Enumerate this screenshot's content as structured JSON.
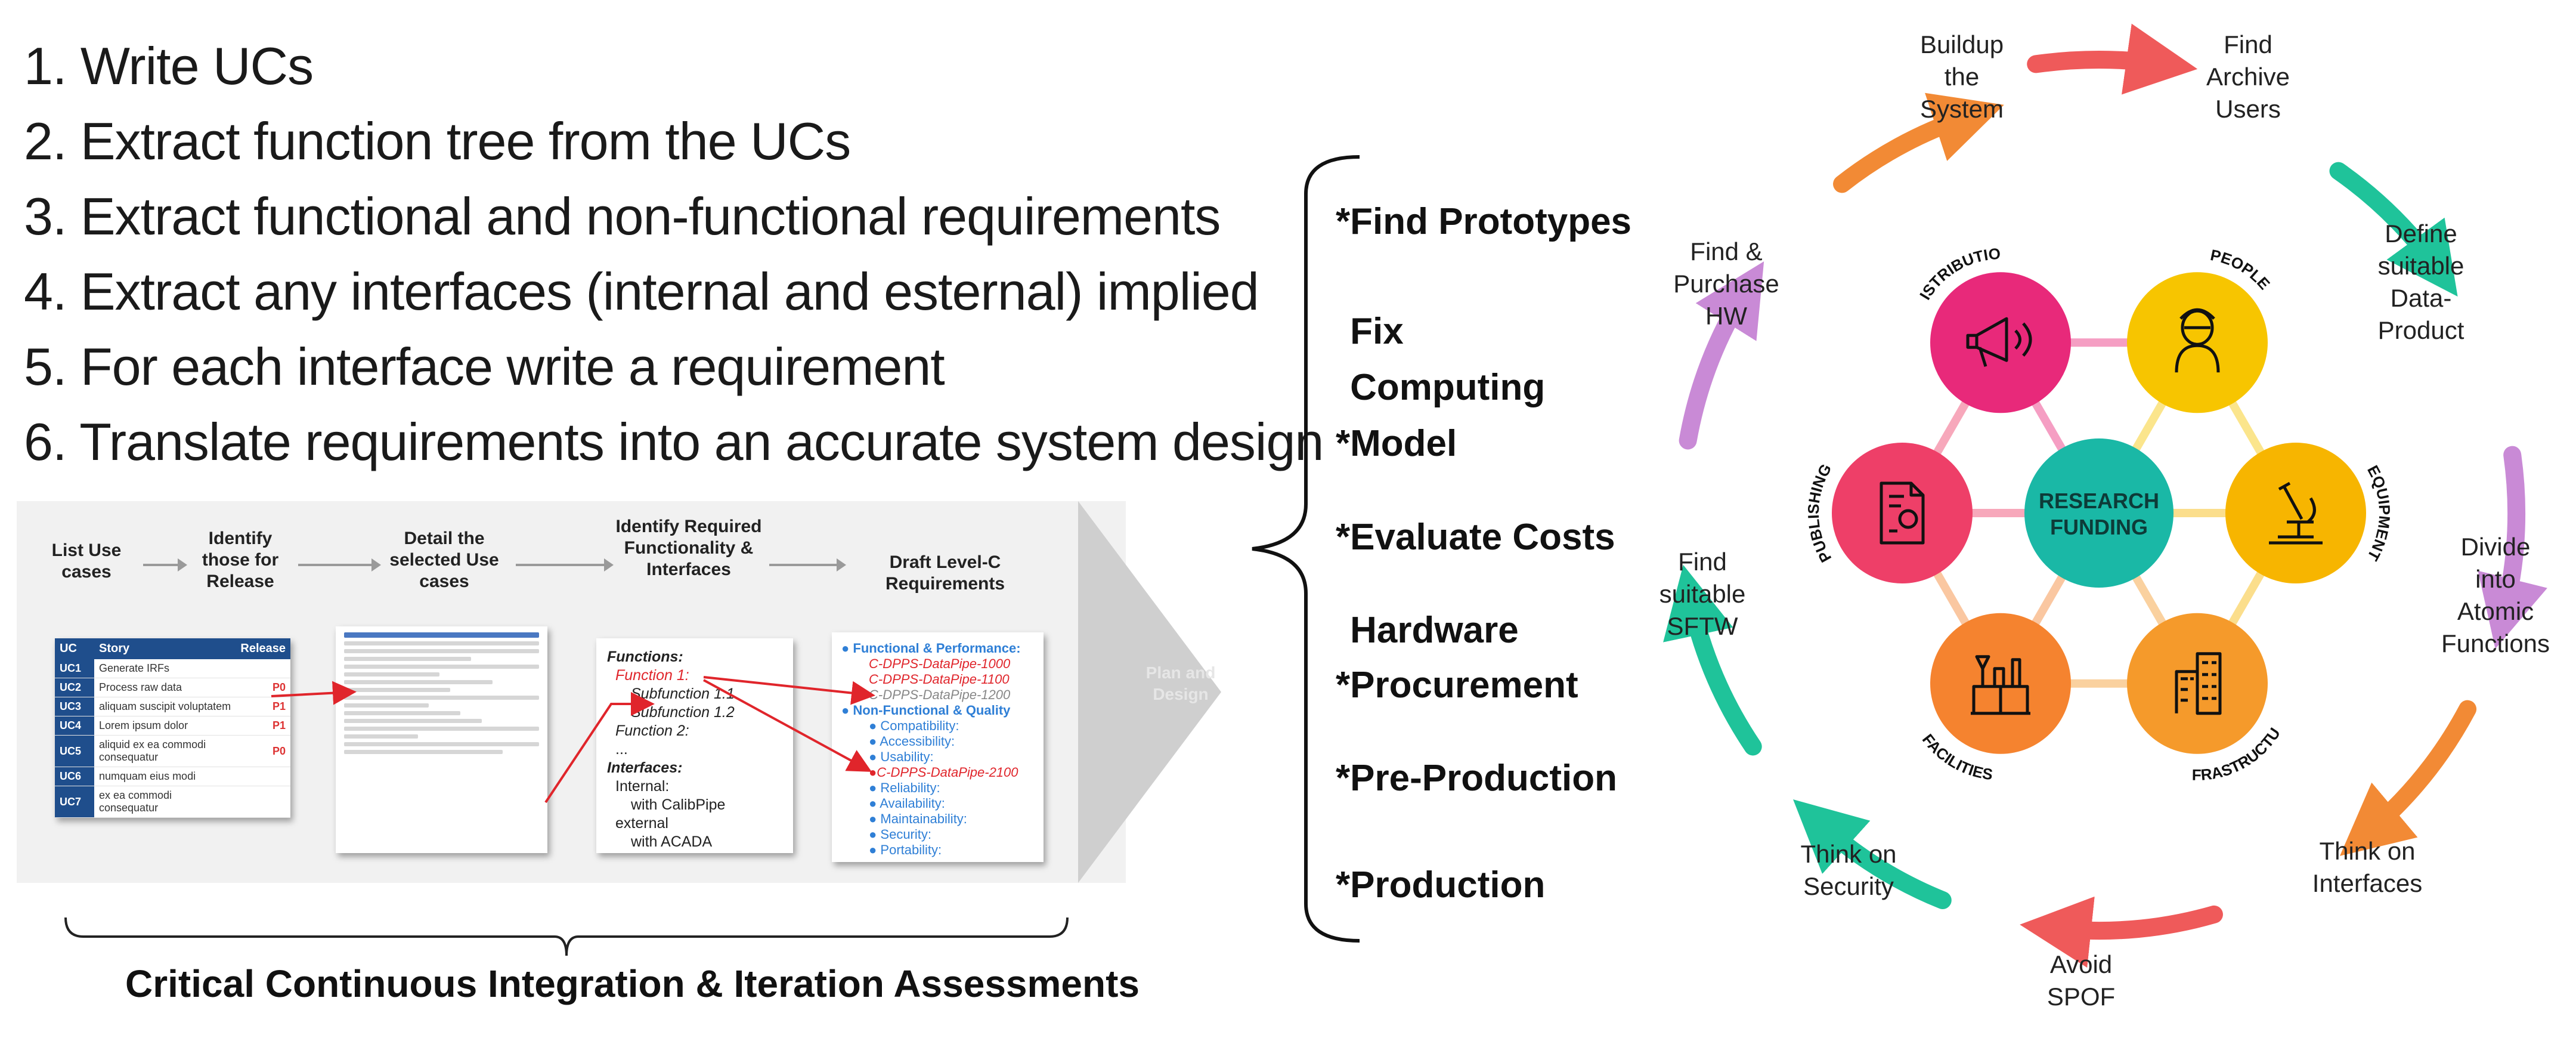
{
  "steps": [
    "1. Write UCs",
    "2. Extract function tree from the UCs",
    "3. Extract functional and non-functional requirements",
    "4. Extract any interfaces (internal and esternal) implied",
    "5. For each interface write a requirement",
    "6. Translate requirements into an accurate system design"
  ],
  "process": {
    "stages": [
      "List Use cases",
      "Identify those for Release",
      "Detail the selected Use cases",
      "Identify Required Functionality & Interfaces",
      "Draft Level-C Requirements"
    ],
    "final_stage": "Plan and Design",
    "uc_table": {
      "headers": [
        "UC",
        "Story",
        "Release"
      ],
      "rows": [
        {
          "id": "UC1",
          "story": "Generate IRFs",
          "release": ""
        },
        {
          "id": "UC2",
          "story": "Process raw data",
          "release": "P0"
        },
        {
          "id": "UC3",
          "story": "aliquam suscipit voluptatem",
          "release": "P1"
        },
        {
          "id": "UC4",
          "story": "Lorem ipsum dolor",
          "release": "P1"
        },
        {
          "id": "UC5",
          "story": "aliquid ex ea commodi consequatur",
          "release": "P0"
        },
        {
          "id": "UC6",
          "story": "numquam eius modi",
          "release": ""
        },
        {
          "id": "UC7",
          "story": "ex ea commodi consequatur",
          "release": ""
        }
      ]
    },
    "functions_doc": {
      "functions_title": "Functions:",
      "function1": "Function 1:",
      "sub11": "Subfunction 1.1",
      "sub12": "Subfunction 1.2",
      "function2": "Function 2:",
      "ellipsis": "...",
      "interfaces_title": "Interfaces:",
      "internal": "Internal:",
      "internal_with": "with CalibPipe",
      "external": "external",
      "external_with": "with ACADA"
    },
    "requirements_doc": {
      "functional": "Functional & Performance:",
      "req_ids": [
        "C-DPPS-DataPipe-1000",
        "C-DPPS-DataPipe-1100",
        "C-DPPS-DataPipe-1200"
      ],
      "nonfunctional": "Non-Functional & Quality",
      "qualities": [
        "Compatibility:",
        "Accessibility:",
        "Usability:"
      ],
      "highlight_req": "C-DPPS-DataPipe-2100",
      "qualities2": [
        "Reliability:",
        "Availability:",
        "Maintainability:",
        "Security:",
        "Portability:"
      ]
    }
  },
  "caption": "Critical Continuous Integration & Iteration Assessments",
  "brace_items": [
    "Find Prototypes",
    "Fix Computing Model",
    "Evaluate Costs",
    "Hardware Procurement",
    "Pre-Production",
    "Production"
  ],
  "bullet_symbol": "*",
  "cycle": {
    "steps": [
      "Buildup\nthe\nSystem",
      "Find\nArchive\nUsers",
      "Define\nsuitable\nData-\nProduct",
      "Divide\ninto\nAtomic\nFunctions",
      "Think on\nInterfaces",
      "Avoid\nSPOF",
      "Think on\nSecurity",
      "Find\nsuitable\nSFTW",
      "Find &\nPurchase\nHW"
    ],
    "center": "RESEARCH FUNDING",
    "nodes": [
      {
        "label": "DISTRIBUTION",
        "color": "#e8297a",
        "icon": "megaphone-icon"
      },
      {
        "label": "PEOPLE",
        "color": "#f7c500",
        "icon": "scientist-icon"
      },
      {
        "label": "EQUIPMENT",
        "color": "#f7b500",
        "icon": "microscope-icon"
      },
      {
        "label": "INFRASTRUCTURE",
        "color": "#f59a2b",
        "icon": "building-icon"
      },
      {
        "label": "FACILITIES",
        "color": "#f5832f",
        "icon": "lab-icon"
      },
      {
        "label": "PUBLISHING",
        "color": "#ee3f68",
        "icon": "document-icon"
      }
    ],
    "center_color": "#1ab8a6",
    "arrow_colors": [
      "#ef5a5a",
      "#1fc39a",
      "#c98ad6",
      "#f28a35",
      "#ef5a5a",
      "#1fc39a",
      "#1fc39a",
      "#c98ad6",
      "#f28a35"
    ]
  }
}
